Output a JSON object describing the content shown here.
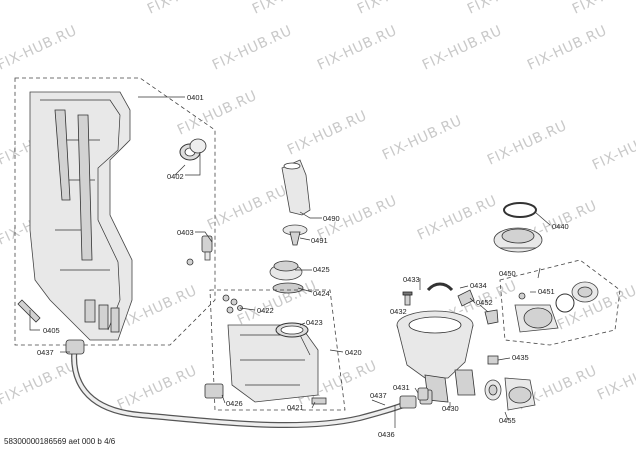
{
  "watermark": "FIX-HUB.RU",
  "footer": "58300000186569 aet 000 b 4/6",
  "labels": {
    "p0401": "0401",
    "p0402": "0402",
    "p0403": "0403",
    "p0405": "0405",
    "p0437a": "0437",
    "p0437b": "0437",
    "p0490": "0490",
    "p0491": "0491",
    "p0425": "0425",
    "p0424": "0424",
    "p0422": "0422",
    "p0423": "0423",
    "p0420": "0420",
    "p0426": "0426",
    "p0421": "0421",
    "p0433": "0433",
    "p0434": "0434",
    "p0432": "0432",
    "p0452": "0452",
    "p0450": "0450",
    "p0451": "0451",
    "p0440": "0440",
    "p0435": "0435",
    "p0431": "0431",
    "p0430": "0430",
    "p0455": "0455",
    "p0436": "0436"
  }
}
